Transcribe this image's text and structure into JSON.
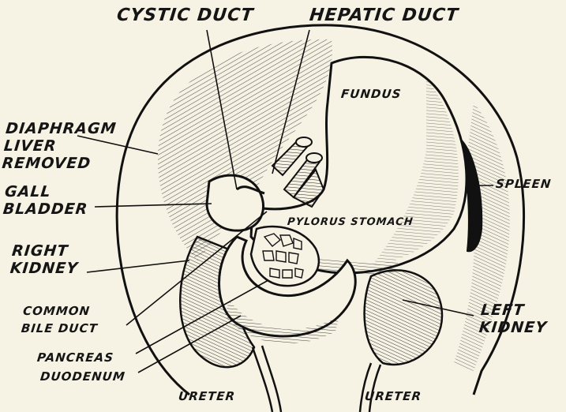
{
  "colors": {
    "ink": "#151515",
    "paper": "#f6f2e4"
  },
  "labels": {
    "cystic_duct": "CYSTIC DUCT",
    "hepatic_duct": "HEPATIC DUCT",
    "fundus": "FUNDUS",
    "diaphragm": [
      "DIAPHRAGM",
      "LIVER",
      "REMOVED"
    ],
    "gall_bladder": [
      "GALL",
      "BLADDER"
    ],
    "spleen": "SPLEEN",
    "pylorus_stomach": "PYLORUS STOMACH",
    "right_kidney": [
      "RIGHT",
      "KIDNEY"
    ],
    "common_bile_duct": [
      "COMMON",
      "BILE DUCT"
    ],
    "pancreas": "PANCREAS",
    "duodenum": "DUODENUM",
    "left_kidney": [
      "LEFT",
      "KIDNEY"
    ],
    "ureter_left": "URETER",
    "ureter_right": "URETER"
  }
}
